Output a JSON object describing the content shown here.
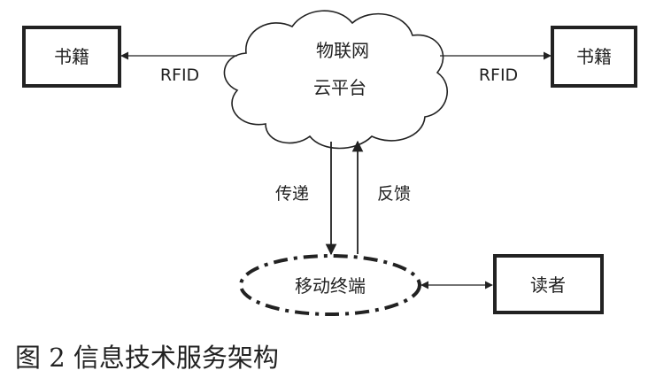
{
  "nodes": {
    "book_left": "书籍",
    "book_right": "书籍",
    "cloud_line1": "物联网",
    "cloud_line2": "云平台",
    "mobile": "移动终端",
    "reader": "读者"
  },
  "edges": {
    "rfid_left": "RFID",
    "rfid_right": "RFID",
    "transmit": "传递",
    "feedback": "反馈"
  },
  "caption": "图 2 信息技术服务架构",
  "colors": {
    "stroke": "#222222",
    "background": "#ffffff"
  }
}
